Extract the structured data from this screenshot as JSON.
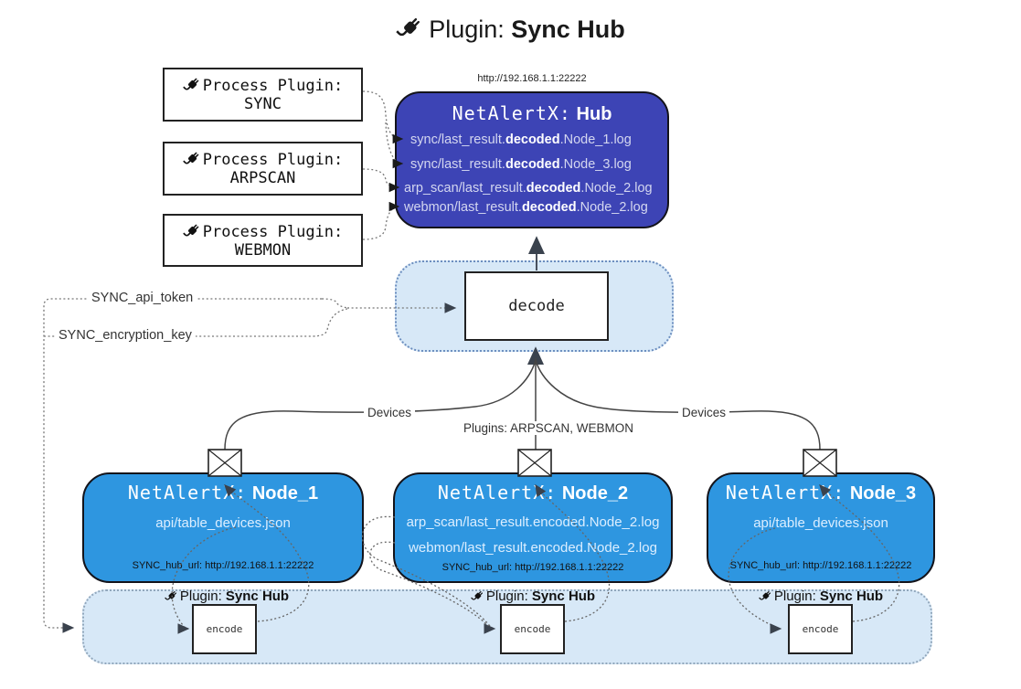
{
  "title": {
    "prefix": "Plugin:",
    "name": "Sync Hub"
  },
  "hub": {
    "url": "http://192.168.1.1:22222",
    "title_prefix": "NetAlertX:",
    "title_name": "Hub",
    "logs": [
      {
        "pre": "sync/last_result.",
        "bold": "decoded",
        "post": ".Node_1.log"
      },
      {
        "pre": "sync/last_result.",
        "bold": "decoded",
        "post": ".Node_3.log"
      },
      {
        "pre": "arp_scan/last_result.",
        "bold": "decoded",
        "post": ".Node_2.log"
      },
      {
        "pre": "webmon/last_result.",
        "bold": "decoded",
        "post": ".Node_2.log"
      }
    ]
  },
  "process_plugins": [
    {
      "label": "Process Plugin:",
      "name": "SYNC"
    },
    {
      "label": "Process Plugin:",
      "name": "ARPSCAN"
    },
    {
      "label": "Process Plugin:",
      "name": "WEBMON"
    }
  ],
  "decode_label": "decode",
  "settings": {
    "api_token": "SYNC_api_token",
    "encryption_key": "SYNC_encryption_key"
  },
  "edge_labels": {
    "devices_left": "Devices",
    "devices_right": "Devices",
    "plugins": "Plugins: ARPSCAN, WEBMON"
  },
  "nodes": [
    {
      "title_prefix": "NetAlertX:",
      "title_name": "Node_1",
      "files": [
        "api/table_devices.json"
      ],
      "hub_url": "SYNC_hub_url: http://192.168.1.1:22222"
    },
    {
      "title_prefix": "NetAlertX:",
      "title_name": "Node_2",
      "files": [
        "arp_scan/last_result.encoded.Node_2.log",
        "webmon/last_result.encoded.Node_2.log"
      ],
      "hub_url": "SYNC_hub_url: http://192.168.1.1:22222"
    },
    {
      "title_prefix": "NetAlertX:",
      "title_name": "Node_3",
      "files": [
        "api/table_devices.json"
      ],
      "hub_url": "SYNC_hub_url: http://192.168.1.1:22222"
    }
  ],
  "sync_band": {
    "groups": [
      {
        "label_prefix": "Plugin:",
        "label_name": "Sync Hub",
        "box": "encode"
      },
      {
        "label_prefix": "Plugin:",
        "label_name": "Sync Hub",
        "box": "encode"
      },
      {
        "label_prefix": "Plugin:",
        "label_name": "Sync Hub",
        "box": "encode"
      }
    ]
  },
  "colors": {
    "hub_fill": "#3d44b5",
    "node_fill": "#2e96e0",
    "band_fill": "#d7e8f7",
    "band_border": "#6c8ebf",
    "line": "#444444"
  }
}
